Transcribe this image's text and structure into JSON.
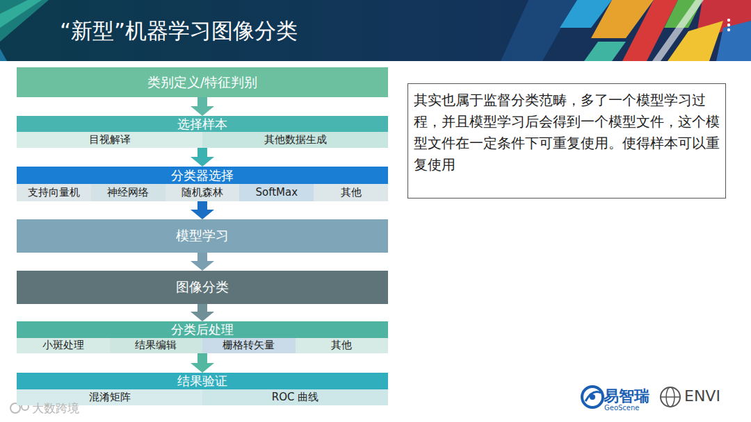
{
  "diagram": {
    "title": "“新型”机器学习图像分类",
    "nodes": [
      {
        "text": [
          "类别定义/特征判别"
        ]
      },
      {
        "text": [
          "选择样本"
        ]
      },
      {
        "text": [
          "目视解译"
        ],
        "in": 1
      },
      {
        "text": [
          "其他数据生成"
        ],
        "in": 1
      },
      {
        "text": [
          "分类器选择"
        ]
      },
      {
        "text": [
          "支持向量机"
        ],
        "in": 4
      },
      {
        "text": [
          "神经网络"
        ],
        "in": 4
      },
      {
        "text": [
          "随机森林"
        ],
        "in": 4
      },
      {
        "text": [
          "SoftMax"
        ],
        "in": 4
      },
      {
        "text": [
          "其他"
        ],
        "in": 4
      },
      {
        "text": [
          "模型学习"
        ]
      },
      {
        "text": [
          "图像分类"
        ]
      },
      {
        "text": [
          "分类后处理"
        ]
      },
      {
        "text": [
          "小斑处理"
        ],
        "in": 12
      },
      {
        "text": [
          "结果编辑"
        ],
        "in": 12
      },
      {
        "text": [
          "栅格转矢量"
        ],
        "in": 12
      },
      {
        "text": [
          "其他"
        ],
        "in": 12
      },
      {
        "text": [
          "结果验证"
        ]
      },
      {
        "text": [
          "混淆矩阵"
        ],
        "in": 17
      },
      {
        "text": [
          "ROC 曲线"
        ],
        "in": 17
      },
      {
        "text": [
          "其实也属于监督分类范畴，多了一个模型学习过程，并且模型学习后会得到一个模型文件，这个模型文件在一定条件下可重复使用。使得样本可以重复使用"
        ]
      }
    ],
    "edges": [
      {
        "from": 0,
        "to": 1,
        "arrow": "to"
      },
      {
        "from": 1,
        "to": 4,
        "arrow": "to"
      },
      {
        "from": 4,
        "to": 10,
        "arrow": "to"
      },
      {
        "from": 10,
        "to": 11,
        "arrow": "to"
      },
      {
        "from": 11,
        "to": 12,
        "arrow": "to"
      },
      {
        "from": 12,
        "to": 17,
        "arrow": "to"
      }
    ],
    "labels": [
      "易智瑞",
      "GeoScene",
      "ENVI",
      "大数跨境"
    ]
  }
}
